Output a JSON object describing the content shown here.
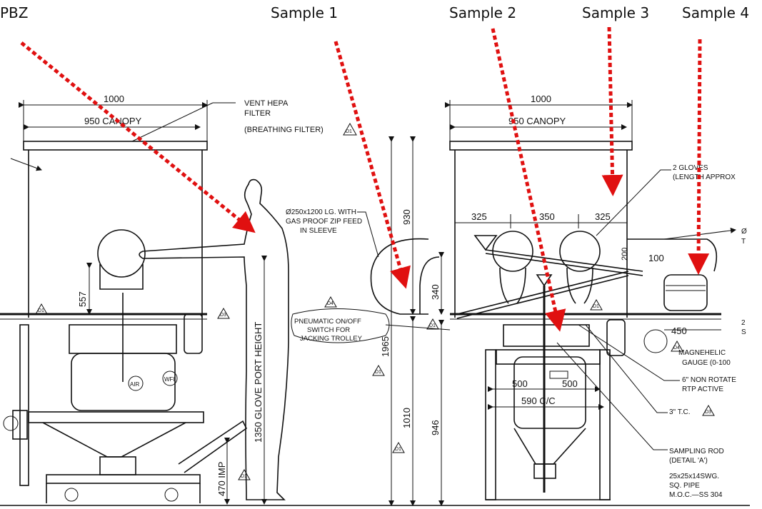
{
  "headers": {
    "pbz": "PBZ",
    "sample1": "Sample 1",
    "sample2": "Sample 2",
    "sample3": "Sample 3",
    "sample4": "Sample 4"
  },
  "left_drawing": {
    "dim_1000": "1000",
    "canopy": "950  CANOPY",
    "vent_line1": "VENT  HEPA",
    "vent_line2": "FILTER",
    "vent_line3": "(BREATHING FILTER)",
    "rev_tag": "D1",
    "feed_line1": "Ø250x1200 LG. WITH",
    "feed_line2": "GAS PROOF ZIP FEED",
    "feed_line3": "IN SLEEVE",
    "dim_557": "557",
    "glove_port": "1350  GLOVE  PORT  HEIGHT",
    "dim_470": "470  IMP",
    "air": "AIR",
    "wfi": "WFI"
  },
  "middle": {
    "dim_930": "930",
    "dim_340": "340",
    "dim_1965": "1965",
    "dim_1010": "1010",
    "dim_946": "946",
    "switch_line1": "PNEUMATIC ON/OFF",
    "switch_line2": "SWITCH  FOR",
    "switch_line3": "JACKING TROLLEY"
  },
  "right_drawing": {
    "dim_1000": "1000",
    "canopy": "950  CANOPY",
    "gloves_line1": "2  GLOVES",
    "gloves_line2": "(LENGTH APPROX",
    "dim_325a": "325",
    "dim_350": "350",
    "dim_325b": "325",
    "dim_200": "200",
    "dim_100": "100",
    "dim_450": "450",
    "dim_500a": "500",
    "dim_500b": "500",
    "dim_590": "590 C/C",
    "magnehelic_line1": "MAGNEHELIC",
    "magnehelic_line2": "GAUGE  (0-100",
    "rtp_line1": "6\"  NON  ROTATE",
    "rtp_line2": "RTP  ACTIVE",
    "tc": "3\"  T.C.",
    "sampling_line1": "SAMPLING ROD",
    "sampling_line2": "(DETAIL  'A')",
    "pipe_line1": "25x25x14SWG.",
    "pipe_line2": "SQ.  PIPE",
    "pipe_line3": "M.O.C.—SS 304",
    "cut_o": "Ø",
    "cut_t": "T",
    "cut_2": "2",
    "cut_s": "S"
  },
  "tags": {
    "d1": "D1",
    "d3": "D3",
    "d4": "D4"
  },
  "colors": {
    "arrow": "#e01010",
    "ink": "#111111",
    "background": "#ffffff"
  }
}
